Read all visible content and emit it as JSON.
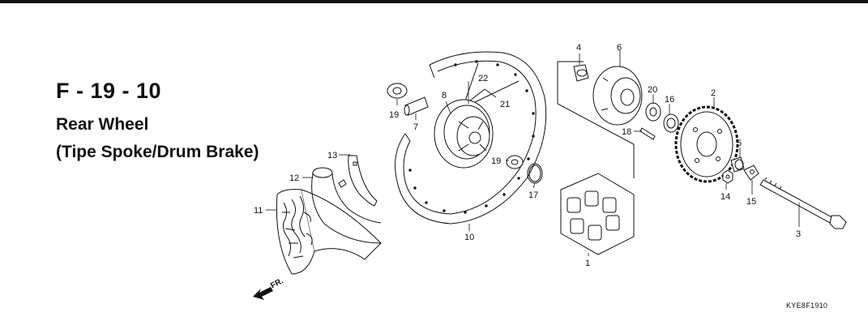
{
  "header": {
    "code": "F - 19 - 10",
    "title": "Rear Wheel",
    "subtitle": "(Tipe Spoke/Drum Brake)"
  },
  "diagram": {
    "reference_code": "KYE8F1910",
    "direction_label": "FR.",
    "callouts": {
      "p1": "1",
      "p2": "2",
      "p3": "3",
      "p4": "4",
      "p5": "5",
      "p6": "6",
      "p7": "7",
      "p8": "8",
      "p10": "10",
      "p11": "11",
      "p12": "12",
      "p13": "13",
      "p14": "14",
      "p15": "15",
      "p16": "16",
      "p17": "17",
      "p18": "18",
      "p19a": "19",
      "p19b": "19",
      "p20": "20",
      "p21": "21",
      "p22": "22"
    }
  }
}
